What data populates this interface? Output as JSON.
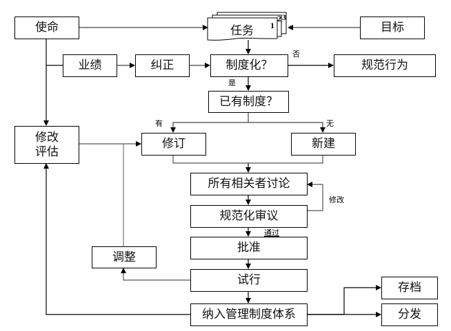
{
  "diagram": {
    "type": "flowchart",
    "nodes": {
      "mission": "使命",
      "task": "任务",
      "task_pages": [
        "1",
        "2",
        "3"
      ],
      "goal": "目标",
      "performance": "业绩",
      "correction": "纠正",
      "institutionalize_q": "制度化？",
      "standard_behavior": "规范行为",
      "existing_system_q": "已有制度？",
      "revise_evaluate_line1": "修改",
      "revise_evaluate_line2": "评估",
      "revise": "修订",
      "create_new": "新建",
      "stakeholder_discussion": "所有相关者讨论",
      "standardized_review": "规范化审议",
      "approve": "批准",
      "adjust": "调整",
      "trial": "试行",
      "incorporate": "纳入管理制度体系",
      "archive": "存档",
      "distribute": "分发"
    },
    "edge_labels": {
      "no": "否",
      "yes": "是",
      "has": "有",
      "none": "无",
      "modify": "修改",
      "pass": "通过"
    },
    "edges": [
      {
        "from": "mission",
        "to": "task"
      },
      {
        "from": "goal",
        "to": "task"
      },
      {
        "from": "mission",
        "to": "performance"
      },
      {
        "from": "mission",
        "to": "revise_evaluate"
      },
      {
        "from": "performance",
        "to": "correction"
      },
      {
        "from": "correction",
        "to": "institutionalize_q"
      },
      {
        "from": "task",
        "to": "institutionalize_q"
      },
      {
        "from": "institutionalize_q",
        "to": "standard_behavior",
        "label": "否"
      },
      {
        "from": "institutionalize_q",
        "to": "existing_system_q",
        "label": "是"
      },
      {
        "from": "existing_system_q",
        "to": "revise",
        "label": "有"
      },
      {
        "from": "existing_system_q",
        "to": "create_new",
        "label": "无"
      },
      {
        "from": "revise_evaluate",
        "to": "revise"
      },
      {
        "from": "revise",
        "to": "stakeholder_discussion"
      },
      {
        "from": "create_new",
        "to": "stakeholder_discussion"
      },
      {
        "from": "stakeholder_discussion",
        "to": "standardized_review"
      },
      {
        "from": "standardized_review",
        "to": "stakeholder_discussion",
        "label": "修改"
      },
      {
        "from": "standardized_review",
        "to": "approve",
        "label": "通过"
      },
      {
        "from": "approve",
        "to": "trial"
      },
      {
        "from": "trial",
        "to": "adjust"
      },
      {
        "from": "adjust",
        "to": "revise"
      },
      {
        "from": "trial",
        "to": "incorporate"
      },
      {
        "from": "incorporate",
        "to": "revise_evaluate"
      },
      {
        "from": "incorporate",
        "to": "archive"
      },
      {
        "from": "incorporate",
        "to": "distribute"
      }
    ]
  }
}
